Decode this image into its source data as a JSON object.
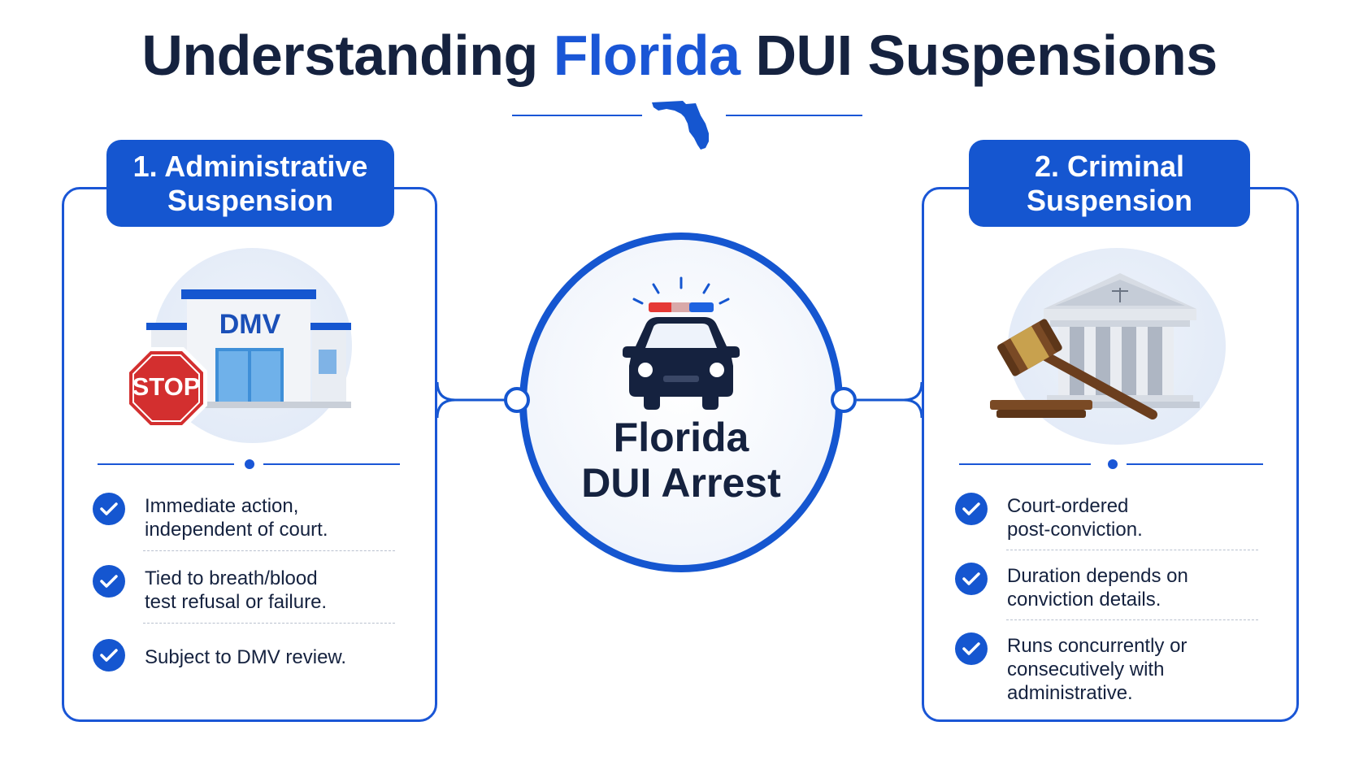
{
  "title": {
    "prefix": "Understanding ",
    "highlight": "Florida",
    "suffix": " DUI Suspensions"
  },
  "center": {
    "line1": "Florida",
    "line2": "DUI Arrest",
    "icon": "police-car-icon"
  },
  "left_panel": {
    "header_line1": "1. Administrative",
    "header_line2": "Suspension",
    "building_sign": "DMV",
    "stop_sign": "STOP",
    "items": [
      "Immediate action,\nindependent of court.",
      "Tied to breath/blood\ntest refusal or failure.",
      "Subject to DMV review."
    ]
  },
  "right_panel": {
    "header_line1": "2. Criminal",
    "header_line2": "Suspension",
    "icon": "courthouse-gavel-icon",
    "items": [
      "Court-ordered\npost-conviction.",
      "Duration depends on\nconviction details.",
      "Runs concurrently or\nconsecutively with\nadministrative."
    ]
  },
  "colors": {
    "primary_blue": "#1556d0",
    "accent_blue": "#1a56d6",
    "navy": "#15223f"
  }
}
